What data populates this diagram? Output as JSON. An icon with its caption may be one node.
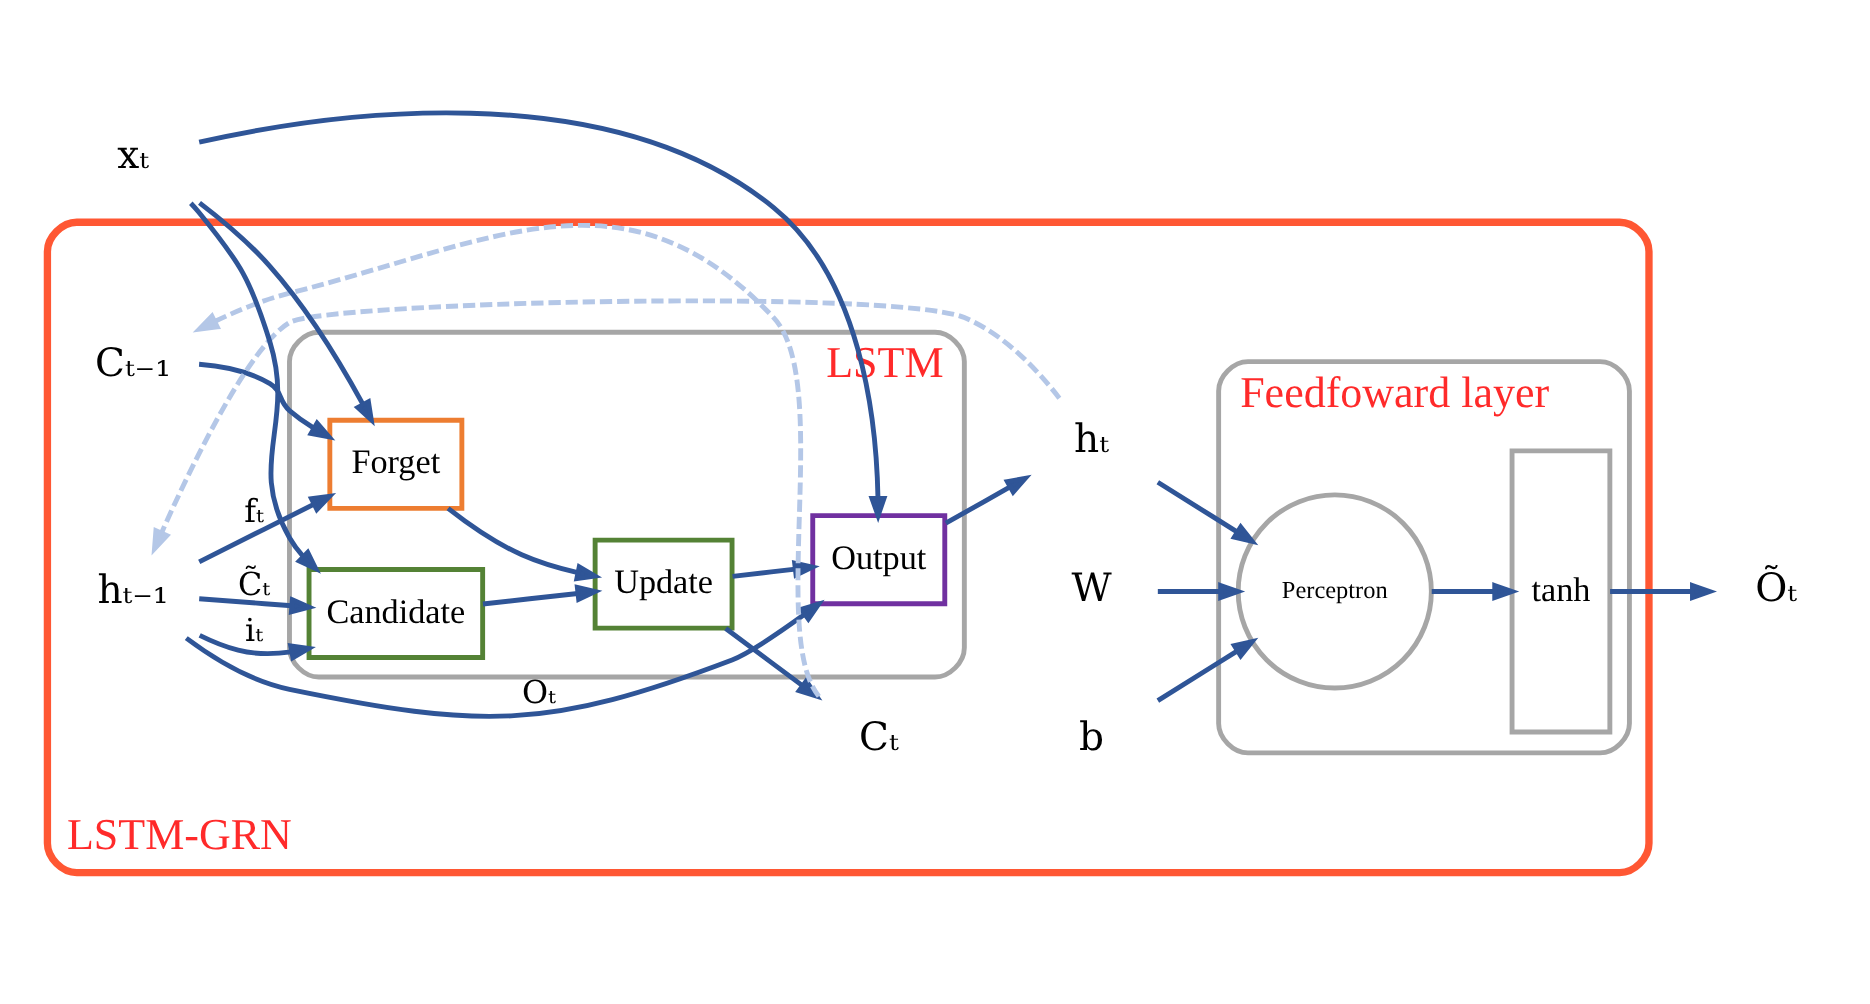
{
  "diagram": {
    "nodes": [
      {
        "text": [
          "LSTM-GRN"
        ]
      },
      {
        "text": [
          "LSTM"
        ],
        "in": 0
      },
      {
        "text": [
          "Forget"
        ],
        "in": 1
      },
      {
        "text": [
          "Update"
        ],
        "in": 1
      },
      {
        "text": [
          "Candidate"
        ],
        "in": 1
      },
      {
        "text": [
          "Output"
        ],
        "in": 1
      },
      {
        "text": [
          "Feedfoward layer"
        ],
        "in": 0
      },
      {
        "text": [
          "Perceptron"
        ],
        "in": 6
      },
      {
        "text": [
          "tanh"
        ],
        "in": 6
      },
      {
        "text": [
          "Cₜ₋₁"
        ],
        "in": 0
      },
      {
        "text": [
          "hₜ₋₁"
        ],
        "in": 0
      },
      {
        "text": [
          "Cₜ"
        ],
        "in": 0
      },
      {
        "text": [
          "hₜ"
        ],
        "in": 0
      },
      {
        "text": [
          "xₜ"
        ]
      },
      {
        "text": [
          "Õₜ"
        ]
      },
      {
        "text": [
          "W"
        ],
        "in": 0
      },
      {
        "text": [
          "b"
        ],
        "in": 0
      }
    ],
    "edges": [
      {
        "from": 9,
        "to": 2,
        "arrow": "to"
      },
      {
        "from": 2,
        "to": 3,
        "arrow": "to"
      },
      {
        "from": 3,
        "to": 11,
        "arrow": "to"
      },
      {
        "from": 3,
        "to": 5,
        "arrow": "to"
      },
      {
        "from": 4,
        "to": 3,
        "arrow": "to"
      },
      {
        "from": 10,
        "to": 2,
        "arrow": "to",
        "label": "fₜ"
      },
      {
        "from": 10,
        "to": 4,
        "arrow": "to",
        "label": "iₜ"
      },
      {
        "from": 10,
        "to": 4,
        "arrow": "to",
        "label": "C̃ₜ"
      },
      {
        "from": 10,
        "to": 5,
        "arrow": "to",
        "label": "Oₜ"
      },
      {
        "from": 13,
        "to": 2,
        "arrow": "to"
      },
      {
        "from": 13,
        "to": 4,
        "arrow": "to"
      },
      {
        "from": 13,
        "to": 5,
        "arrow": "to"
      },
      {
        "from": 5,
        "to": 12,
        "arrow": "to"
      },
      {
        "from": 12,
        "to": 7,
        "arrow": "to"
      },
      {
        "from": 7,
        "to": 8,
        "arrow": "to"
      },
      {
        "from": 8,
        "to": 14,
        "arrow": "to"
      },
      {
        "from": 15,
        "to": 7,
        "arrow": "to"
      },
      {
        "from": 16,
        "to": 7,
        "arrow": "to"
      },
      {
        "from": 11,
        "to": 9,
        "arrow": "to",
        "style": "dashed",
        "color": "#b4c7e7"
      },
      {
        "from": 12,
        "to": 10,
        "arrow": "to",
        "style": "dashed",
        "color": "#b4c7e7"
      }
    ]
  }
}
